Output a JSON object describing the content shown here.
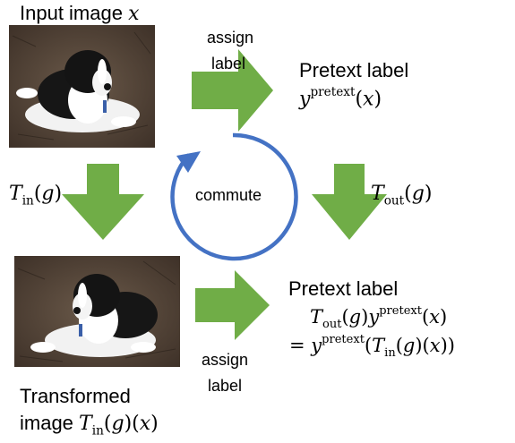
{
  "input": {
    "title_text": "Input image ",
    "title_var": "x"
  },
  "transformed": {
    "line1": "Transformed",
    "line2_text": "image "
  },
  "arrows": {
    "assign_top": [
      "assign",
      "label"
    ],
    "assign_bottom": [
      "assign",
      "label"
    ],
    "commute": "commute"
  },
  "pretext_top": {
    "label": "Pretext label"
  },
  "pretext_bottom": {
    "label": "Pretext label"
  },
  "math": {
    "T": "T",
    "in": "in",
    "out": "out",
    "g": "g",
    "x": "x",
    "y": "y",
    "pretext": "pretext",
    "equals": "="
  },
  "colors": {
    "arrow_green": "#70ad47",
    "cycle_blue": "#4472c4"
  }
}
